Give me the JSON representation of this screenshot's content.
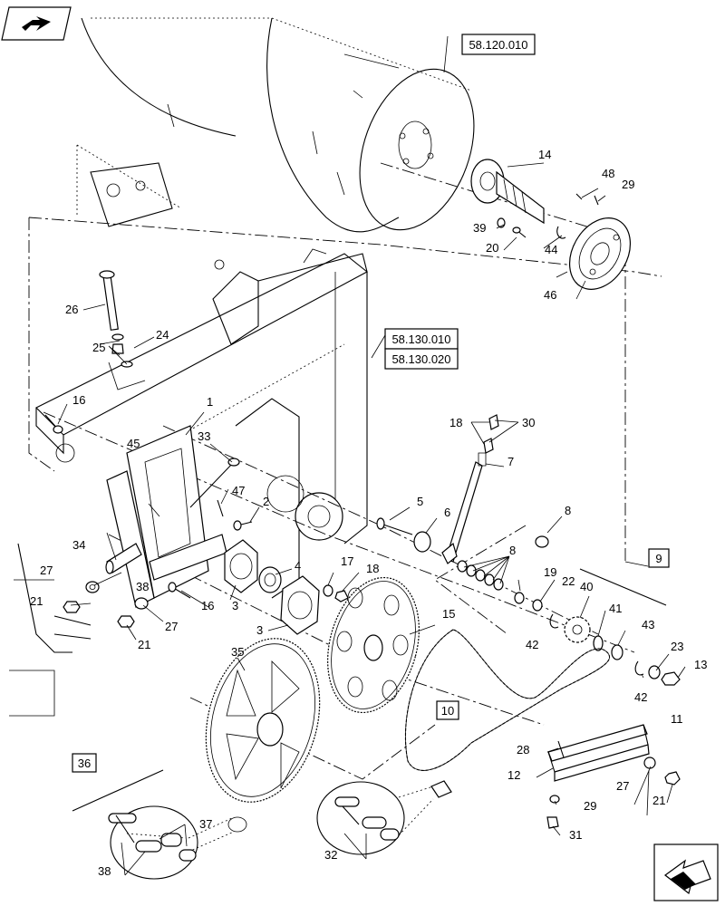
{
  "refs": {
    "r1": "58.120.010",
    "r2": "58.130.010",
    "r3": "58.130.020"
  },
  "boxed": {
    "b9": "9",
    "b10": "10",
    "b36": "36"
  },
  "labels": {
    "p1": "1",
    "p2": "2",
    "p3a": "3",
    "p3b": "3",
    "p4": "4",
    "p5": "5",
    "p6": "6",
    "p7": "7",
    "p8a": "8",
    "p8b": "8",
    "p11": "11",
    "p12": "12",
    "p13": "13",
    "p14": "14",
    "p15": "15",
    "p16a": "16",
    "p16b": "16",
    "p17": "17",
    "p18a": "18",
    "p18b": "18",
    "p19": "19",
    "p20": "20",
    "p21a": "21",
    "p21b": "21",
    "p21c": "21",
    "p22": "22",
    "p23": "23",
    "p24": "24",
    "p25": "25",
    "p26": "26",
    "p27a": "27",
    "p27b": "27",
    "p27c": "27",
    "p28": "28",
    "p29a": "29",
    "p29b": "29",
    "p30": "30",
    "p31": "31",
    "p32": "32",
    "p33": "33",
    "p34": "34",
    "p35": "35",
    "p37": "37",
    "p38a": "38",
    "p38b": "38",
    "p39": "39",
    "p40": "40",
    "p41": "41",
    "p42a": "42",
    "p42b": "42",
    "p43": "43",
    "p44": "44",
    "p45": "45",
    "p46": "46",
    "p47": "47",
    "p48": "48"
  },
  "icons": {
    "top_left": "navigation-arrow-icon",
    "bottom_right": "page-turn-arrow-icon"
  }
}
